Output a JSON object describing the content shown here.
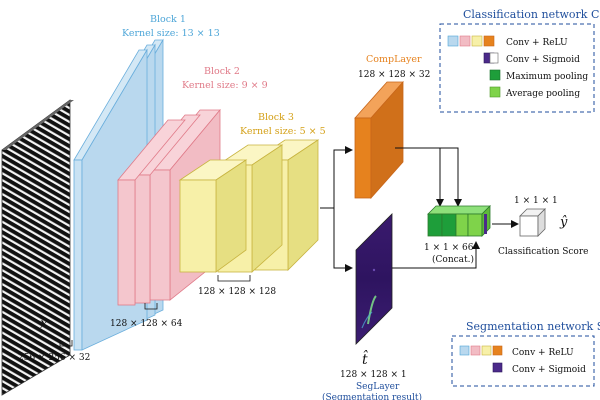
{
  "input": {
    "label": "x",
    "dims": "256 × 256 × 32"
  },
  "blocks": [
    {
      "title": "Block 1",
      "kernel": "Kernel size: 13 × 13",
      "color": "#4ea6d8",
      "fill": "#b9d8ee"
    },
    {
      "title": "Block 2",
      "kernel": "Kernel size: 9 × 9",
      "color": "#e07a88",
      "fill": "#f2bcc4"
    },
    {
      "title": "Block 3",
      "kernel": "Kernel size: 5 × 5",
      "color": "#e0b020",
      "fill": "#f7f0a8"
    }
  ],
  "block_dims": {
    "block2": "128 × 128 × 64",
    "block3": "128 × 128 × 128"
  },
  "comp_layer": {
    "name": "CompLayer",
    "dims": "128 × 128 × 32",
    "color": "#e6821e"
  },
  "seg_layer": {
    "label": "t̂",
    "dims": "128 × 128 × 1",
    "name": "SegLayer",
    "subtitle": "(Segmentation result)"
  },
  "concat": {
    "dims": "1 × 1 × 66",
    "name": "(Concat.)"
  },
  "output": {
    "dims": "1 × 1 × 1",
    "label": "ŷ",
    "name": "Classification Score"
  },
  "legend_classification": {
    "title": "Classification network C",
    "items": [
      {
        "label": "Conv + ReLU",
        "icon": "multicolor-conv-relu-icon"
      },
      {
        "label": "Conv + Sigmoid",
        "icon": "purple-conv-sigmoid-icon"
      },
      {
        "label": "Maximum pooling",
        "icon": "green-maxpool-icon"
      },
      {
        "label": "Average pooling",
        "icon": "lightgreen-avgpool-icon"
      }
    ]
  },
  "legend_segmentation": {
    "title": "Segmentation network S",
    "items": [
      {
        "label": "Conv + ReLU",
        "icon": "multicolor-conv-relu-icon"
      },
      {
        "label": "Conv + Sigmoid",
        "icon": "purple-conv-sigmoid-icon"
      }
    ]
  },
  "colors": {
    "title_blue": "#1f4e9c",
    "max_pool_green": "#1e9e3a",
    "avg_pool_green": "#7fd34a",
    "sigmoid_purple": "#4b2a8a"
  }
}
